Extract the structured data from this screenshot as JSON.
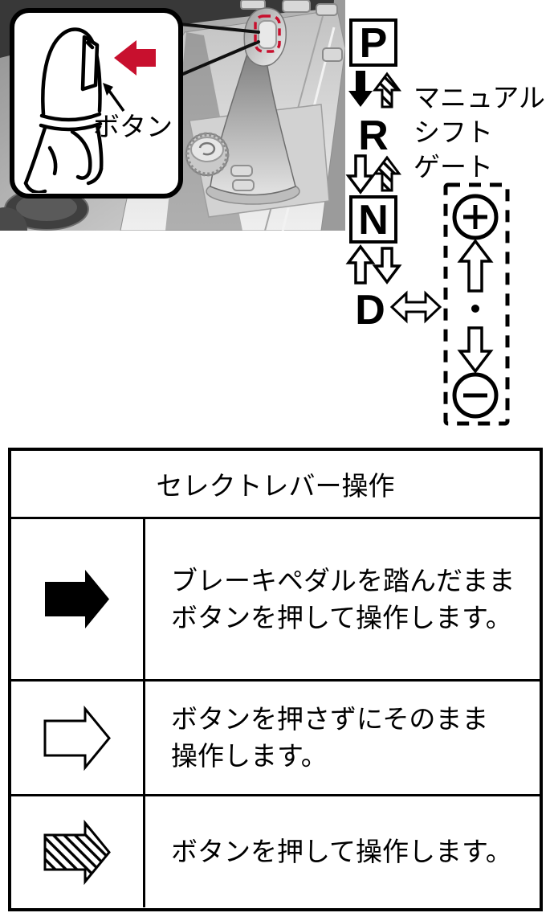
{
  "colors": {
    "accent_red": "#c8102e",
    "line_black": "#000000"
  },
  "callout": {
    "button_label": "ボタン"
  },
  "shift_gate": {
    "positions": {
      "park": "P",
      "reverse": "R",
      "neutral": "N",
      "drive": "D"
    },
    "manual_gate_label_lines": [
      "マニュアル",
      "シフト",
      "ゲート"
    ],
    "icons": {
      "park_to_reverse": "solid-black-down-arrow",
      "reverse_to_park": "hatched-up-arrow",
      "reverse_to_neutral": "white-outline-down-arrow",
      "neutral_to_reverse": "hatched-up-arrow",
      "neutral_drive": "white-outline-up-and-down-arrows",
      "drive_to_gate": "white-outline-horizontal-double-arrow",
      "upshift": "plus-circle",
      "downshift": "minus-circle",
      "separator": "dot"
    }
  },
  "legend_table": {
    "header": "セレクトレバー操作",
    "rows": [
      {
        "arrow_icon": "solid-black-right-arrow",
        "description": "ブレーキペダルを踏んだまま\nボタンを押して操作します。"
      },
      {
        "arrow_icon": "white-outline-right-arrow",
        "description": "ボタンを押さずにそのまま\n操作します。"
      },
      {
        "arrow_icon": "hatched-right-arrow",
        "description": "ボタンを押して操作します。"
      }
    ]
  }
}
